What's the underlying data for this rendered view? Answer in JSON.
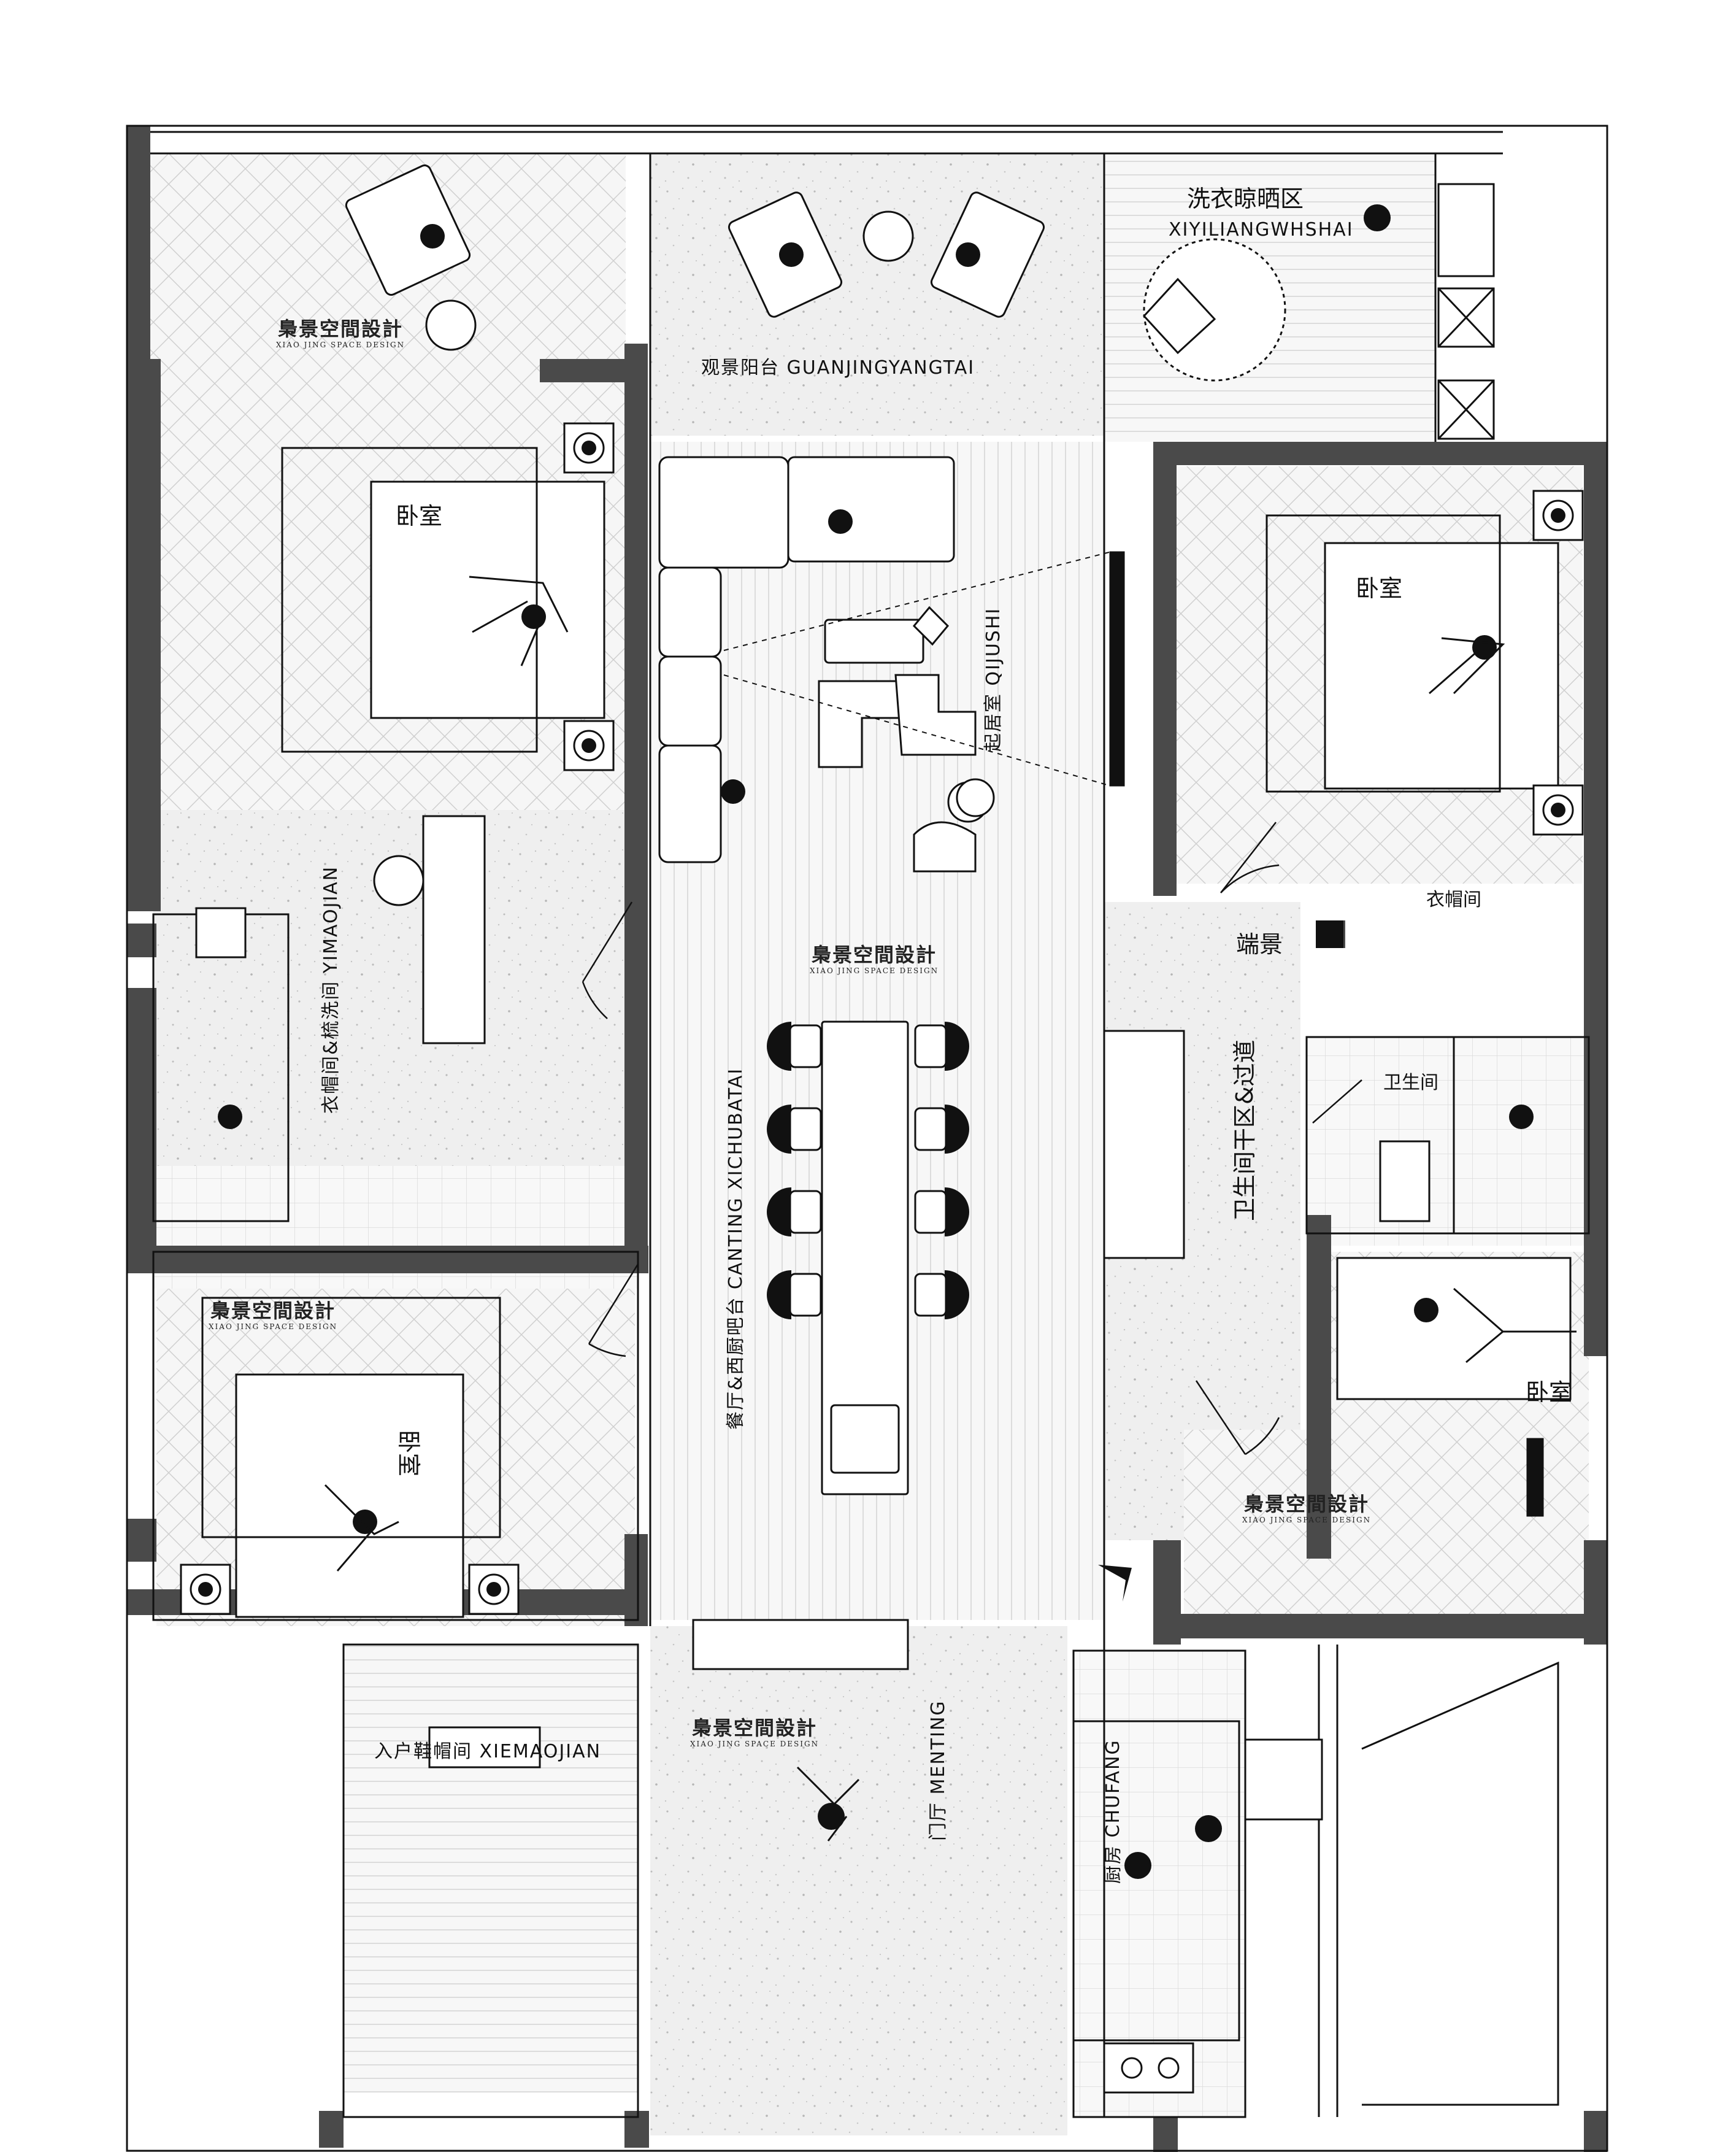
{
  "watermark": {
    "name": "梟景空間設計",
    "sub": "XIAO JING SPACE DESIGN"
  },
  "rooms": {
    "viewing_balcony": "观景阳台 GUANJINGYANGTAI",
    "laundry_cn": "洗衣晾晒区",
    "laundry_en": "XIYILIANGWHSHAI",
    "bedroom_nw": "卧室",
    "bedroom_ne": "卧室",
    "bedroom_sw": "卧室",
    "bedroom_se": "卧室",
    "living": "起居室 QIJUSHI",
    "cloakroom_ne": "衣帽间",
    "feature_wall": "端景",
    "bathroom": "卫生间",
    "wardrobe_wash": "衣帽间&梳洗间 YIMAOJIAN",
    "dining_bar": "餐厅&西厨吧台 CANTING XICHUBATAI",
    "dry_area": "卫生间干区&过道",
    "entry_cloak": "入户鞋帽间 XIEMAOJIAN",
    "foyer": "门厅 MENTING",
    "kitchen": "厨房 CHUFANG"
  },
  "colors": {
    "wall": "#4a4a4a",
    "terrazzo": "#ececec",
    "line": "#111111",
    "wood": "#f4f4f4"
  }
}
